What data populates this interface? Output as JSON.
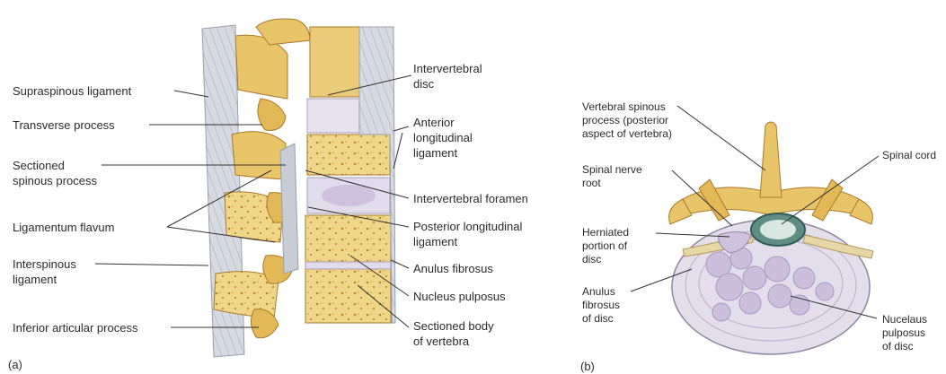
{
  "panel_a": {
    "tag": "(a)",
    "labels": {
      "supraspinous": "Supraspinous ligament",
      "transverse": "Transverse process",
      "sectioned_spinous": "Sectioned\nspinous process",
      "ligamentum_flavum": "Ligamentum flavum",
      "interspinous": "Interspinous\nligament",
      "inferior_articular": "Inferior articular process",
      "intervertebral_disc": "Intervertebral\ndisc",
      "anterior_longitudinal": "Anterior\nlongitudinal\nligament",
      "intervertebral_foramen": "Intervertebral foramen",
      "posterior_longitudinal": "Posterior longitudinal\nligament",
      "anulus_fibrosus": "Anulus fibrosus",
      "nucleus_pulposus": "Nucleus pulposus",
      "sectioned_body": "Sectioned body\nof vertebra"
    }
  },
  "panel_b": {
    "tag": "(b)",
    "labels": {
      "vertebral_spinous": "Vertebral spinous\nprocess (posterior\naspect of vertebra)",
      "spinal_cord": "Spinal cord",
      "spinal_nerve_root": "Spinal nerve\nroot",
      "herniated": "Herniated\nportion of\ndisc",
      "anulus_disc": "Anulus\nfibrosus\nof disc",
      "nucleus": "Nucelaus\npulposus\nof disc"
    }
  },
  "colors": {
    "bone": "#e9c56a",
    "bone_light": "#f3dc96",
    "bone_dark": "#b8892e",
    "ligament": "#cfd3dc",
    "disc": "#dcd4e6",
    "nucleus": "#c9bcd8",
    "cord": "#3f6f6a"
  }
}
